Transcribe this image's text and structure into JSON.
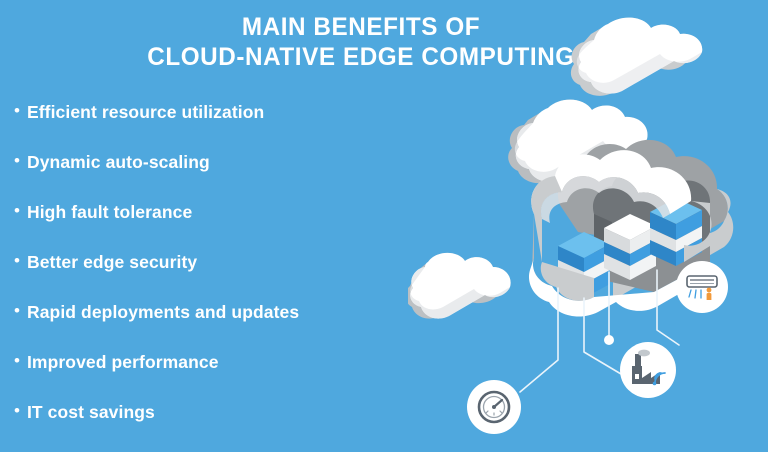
{
  "background_color": "#4fa8de",
  "header": {
    "title_line_1": "MAIN BENEFITS OF",
    "title_line_2": "CLOUD-NATIVE EDGE COMPUTING",
    "title_color": "#ffffff"
  },
  "benefits": {
    "bullet_glyph": "•",
    "items": [
      {
        "label": "Efficient resource utilization"
      },
      {
        "label": "Dynamic auto-scaling"
      },
      {
        "label": "High fault tolerance"
      },
      {
        "label": "Better edge security"
      },
      {
        "label": "Rapid deployments and updates"
      },
      {
        "label": "Improved performance"
      },
      {
        "label": "IT cost savings"
      }
    ]
  },
  "illustration": {
    "name": "isometric-cloud-edge-computing",
    "colors": {
      "cloud_top": "#ffffff",
      "cloud_side": "#c9ccce",
      "cloud_shadow": "#9b9fa2",
      "cloud_interior": "#6f7478",
      "server_blue": "#3f9ee0",
      "server_blue_dark": "#2e86c8",
      "server_blue_light": "#6cc0ee",
      "server_white": "#f2f4f5",
      "server_grey": "#d8dbdd",
      "connector": "#eaf4fb",
      "badge_bg": "#ffffff",
      "icon_dark": "#5a6570",
      "icon_blue": "#3f9ee0",
      "icon_orange": "#f29a3a"
    },
    "clouds": [
      {
        "name": "cloud-back-top"
      },
      {
        "name": "cloud-mid"
      },
      {
        "name": "cloud-left-small"
      },
      {
        "name": "cloud-main-cutaway"
      }
    ],
    "server_stacks": 3,
    "connector_lines": 4,
    "badges": [
      {
        "name": "hvac-unit-icon",
        "title": "Air conditioning unit"
      },
      {
        "name": "factory-wifi-icon",
        "title": "Connected factory"
      },
      {
        "name": "speedometer-gauge-icon",
        "title": "Performance gauge"
      }
    ]
  }
}
